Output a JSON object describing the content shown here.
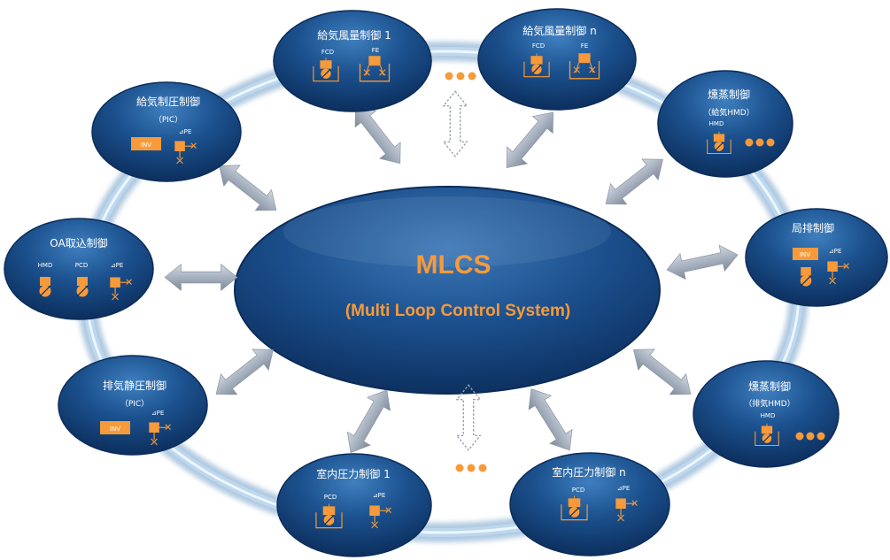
{
  "center": {
    "title": "MLCS",
    "subtitle": "(Multi Loop Control System)"
  },
  "nodes": {
    "supply_flow_1": {
      "title": "給気風量制御 1",
      "devices": [
        "FCD",
        "FE"
      ]
    },
    "supply_flow_n": {
      "title": "給気風量制御 n",
      "devices": [
        "FCD",
        "FE"
      ]
    },
    "fumigation_supply": {
      "title": "燻蒸制御",
      "subtitle": "（給気HMD）",
      "devices": [
        "HMD"
      ]
    },
    "local_exhaust": {
      "title": "局排制御",
      "devices": [
        "INV",
        "⊿PE"
      ]
    },
    "fumigation_exhaust": {
      "title": "燻蒸制御",
      "subtitle": "（排気HMD）",
      "devices": [
        "HMD"
      ]
    },
    "room_pressure_n": {
      "title": "室内圧力制御 n",
      "devices": [
        "PCD",
        "⊿PE"
      ]
    },
    "room_pressure_1": {
      "title": "室内圧力制御 1",
      "devices": [
        "PCD",
        "⊿PE"
      ]
    },
    "exhaust_static": {
      "title": "排気静圧制御",
      "subtitle": "（PIC）",
      "devices": [
        "INV",
        "⊿PE"
      ]
    },
    "oa_intake": {
      "title": "OA取込制御",
      "devices": [
        "HMD",
        "PCD",
        "⊿PE"
      ]
    },
    "supply_pressure": {
      "title": "給気制圧制御",
      "subtitle": "（PIC）",
      "devices": [
        "INV",
        "⊿PE"
      ]
    }
  },
  "colors": {
    "node_fill": "#1b4f8c",
    "node_dark": "#0c2d5c",
    "accent": "#f79a3a",
    "ring": "#9ec5e4",
    "arrow": "#a9b4c2"
  }
}
